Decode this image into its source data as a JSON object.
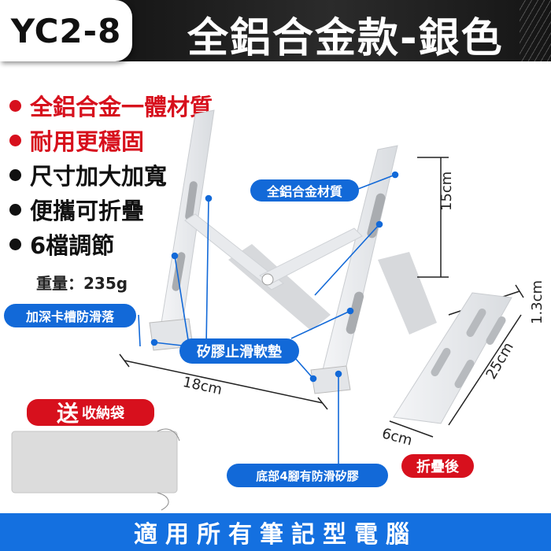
{
  "header": {
    "model_code": "YC2-8",
    "title": "全鋁合金款-銀色"
  },
  "features": [
    {
      "label": "全鋁合金一體材質",
      "color": "#d7101d"
    },
    {
      "label": "耐用更穩固",
      "color": "#d7101d"
    },
    {
      "label": "尺寸加大加寬",
      "color": "#111111"
    },
    {
      "label": "便攜可折疊",
      "color": "#111111"
    },
    {
      "label": "6檔調節",
      "color": "#111111"
    }
  ],
  "weight": "重量：235g",
  "callouts": {
    "aluminum_material": "全鋁合金材質",
    "deep_slot": "加深卡槽防滑落",
    "silicone_pad": "矽膠止滑軟墊",
    "bottom_feet": "底部4腳有防滑矽膠",
    "folded": "折疊後",
    "gift_bag_prefix": "送",
    "gift_bag": "收納袋"
  },
  "dimensions": {
    "height": "15cm",
    "width": "18cm",
    "folded_length": "25cm",
    "folded_width": "6cm",
    "folded_thickness": "1.3cm"
  },
  "footer": {
    "tagline": "適用所有筆記型電腦"
  },
  "colors": {
    "accent_blue": "#1269d8",
    "accent_red": "#d7101d",
    "footer_blue": "#1470e0"
  }
}
